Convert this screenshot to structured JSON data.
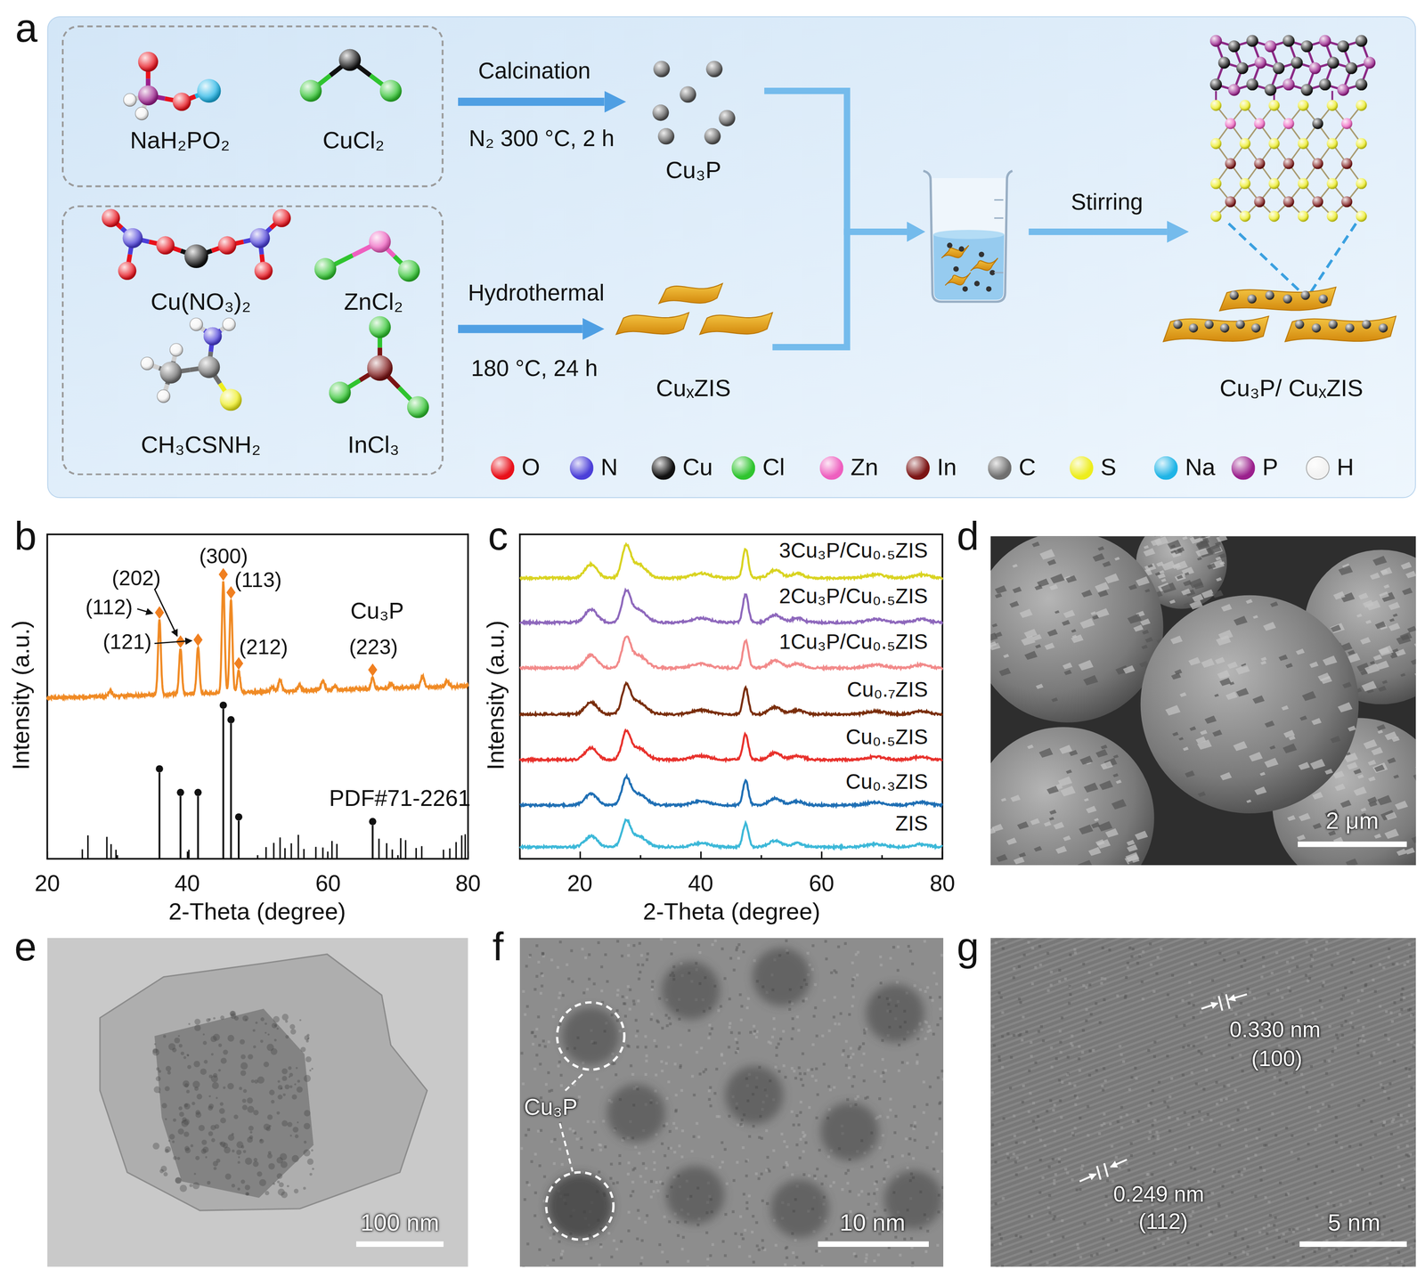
{
  "diagram": {
    "nodes": [
      {
        "text": [
          "a"
        ]
      },
      {
        "text": [
          "NaH₂PO₂",
          "CuCl₂"
        ],
        "in": 0
      },
      {
        "text": [
          "Cu(NO₃)₂",
          "ZnCl₂",
          "CH₃CSNH₂",
          "InCl₃"
        ],
        "in": 0
      },
      {
        "text": [
          "Cu₃P"
        ],
        "in": 0
      },
      {
        "text": [
          "CuₓZIS"
        ],
        "in": 0
      },
      {
        "text": [
          "Cu₃P/ CuₓZIS"
        ],
        "in": 0
      }
    ],
    "edges": [
      {
        "from": 1,
        "to": 3,
        "label": "Calcination",
        "arrow": "to"
      },
      {
        "from": 2,
        "to": 4,
        "label": "Hydrothermal",
        "arrow": "to"
      },
      {
        "from": 3,
        "to": 5,
        "label": "Stirring",
        "arrow": "to"
      },
      {
        "from": 4,
        "to": 5,
        "arrow": "to"
      }
    ],
    "labels": [
      "N₂ 300 °C, 2 h",
      "180 °C, 24 h",
      "b",
      "(300)",
      "(202)",
      "(113)",
      "(112)",
      "(121)",
      "(212)",
      "Cu₃P",
      "(223)",
      "PDF#71-2261",
      "Intensity (a.u.)",
      "20",
      "40",
      "60",
      "80",
      "2-Theta (degree)",
      "c",
      "3Cu₃P/Cu₀.₅ZIS",
      "2Cu₃P/Cu₀.₅ZIS",
      "1Cu₃P/Cu₀.₅ZIS",
      "Cu₀.₇ZIS",
      "Cu₀.₅ZIS",
      "Cu₀.₃ZIS",
      "ZIS",
      "Intensity (a.u.)",
      "20",
      "40",
      "60",
      "80",
      "2-Theta (degree)",
      "d",
      "2 μm",
      "e",
      "100 nm",
      "f",
      "Cu₃P",
      "10 nm",
      "g",
      "0.330 nm",
      "(100)",
      "0.249 nm",
      "(112)",
      "5 nm"
    ],
    "legend": [
      {
        "text": "O",
        "color": "#e8101a"
      },
      {
        "text": "N",
        "color": "#4b3fd8"
      },
      {
        "text": "Cu",
        "color": "#111111"
      },
      {
        "text": "Cl",
        "color": "#2fc42f"
      },
      {
        "text": "Zn",
        "color": "#ee5fbf"
      },
      {
        "text": "In",
        "color": "#7b1414"
      },
      {
        "text": "C",
        "color": "#6f6f6f"
      },
      {
        "text": "S",
        "color": "#eded1c"
      },
      {
        "text": "Na",
        "color": "#1fb4e6"
      },
      {
        "text": "P",
        "color": "#9a1f8c"
      },
      {
        "text": "H",
        "color": "#f2f2f2"
      }
    ]
  }
}
